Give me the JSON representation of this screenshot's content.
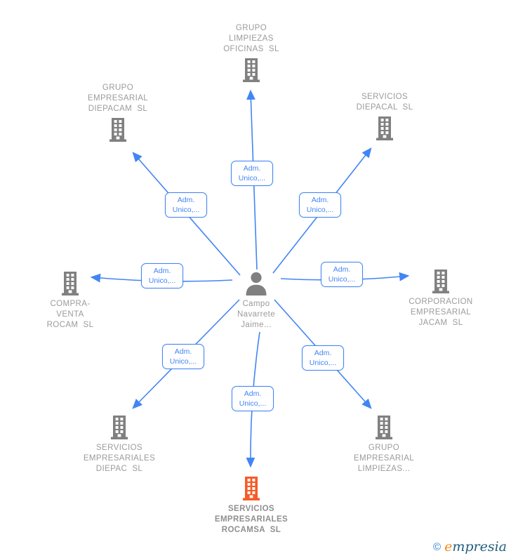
{
  "diagram": {
    "type": "company-relations-graph",
    "center_person": {
      "label": "Campo\nNavarrete\nJaime..."
    },
    "relation_label": "Adm.\nUnico,...",
    "nodes": [
      {
        "id": "grupo-limpiezas-oficinas",
        "label": "GRUPO\nLIMPIEZAS\nOFICINAS  SL",
        "highlighted": false
      },
      {
        "id": "grupo-empresarial-diepacam",
        "label": "GRUPO\nEMPRESARIAL\nDIEPACAM  SL",
        "highlighted": false
      },
      {
        "id": "servicios-diepacal",
        "label": "SERVICIOS\nDIEPACAL  SL",
        "highlighted": false
      },
      {
        "id": "compra-venta-rocam",
        "label": "COMPRA-\nVENTA\nROCAM  SL",
        "highlighted": false
      },
      {
        "id": "corporacion-empresarial-jacam",
        "label": "CORPORACION\nEMPRESARIAL\nJACAM  SL",
        "highlighted": false
      },
      {
        "id": "servicios-empresariales-diepac",
        "label": "SERVICIOS\nEMPRESARIALES\nDIEPAC  SL",
        "highlighted": false
      },
      {
        "id": "grupo-empresarial-limpiezas",
        "label": "GRUPO\nEMPRESARIAL\nLIMPIEZAS...",
        "highlighted": false
      },
      {
        "id": "servicios-empresariales-rocamsa",
        "label": "SERVICIOS\nEMPRESARIALES\nROCAMSA  SL",
        "highlighted": true
      }
    ],
    "edges": [
      {
        "from": "Campo Navarrete Jaime...",
        "to": "GRUPO LIMPIEZAS OFICINAS SL",
        "label": "Adm.\nUnico,..."
      },
      {
        "from": "Campo Navarrete Jaime...",
        "to": "GRUPO EMPRESARIAL DIEPACAM SL",
        "label": "Adm.\nUnico,..."
      },
      {
        "from": "Campo Navarrete Jaime...",
        "to": "SERVICIOS DIEPACAL SL",
        "label": "Adm.\nUnico,..."
      },
      {
        "from": "Campo Navarrete Jaime...",
        "to": "COMPRA-VENTA ROCAM SL",
        "label": "Adm.\nUnico,..."
      },
      {
        "from": "Campo Navarrete Jaime...",
        "to": "CORPORACION EMPRESARIAL JACAM SL",
        "label": "Adm.\nUnico,..."
      },
      {
        "from": "Campo Navarrete Jaime...",
        "to": "SERVICIOS EMPRESARIALES DIEPAC SL",
        "label": "Adm.\nUnico,..."
      },
      {
        "from": "Campo Navarrete Jaime...",
        "to": "GRUPO EMPRESARIAL LIMPIEZAS...",
        "label": "Adm.\nUnico,..."
      },
      {
        "from": "Campo Navarrete Jaime...",
        "to": "SERVICIOS EMPRESARIALES ROCAMSA SL",
        "label": "Adm.\nUnico,..."
      }
    ],
    "colors": {
      "arrow_blue": "#4285F4",
      "building_gray": "#808080",
      "label_gray": "#9B9B9B",
      "highlight_orange": "#F75B28",
      "logo_blue": "#2F7DD0",
      "logo_orange": "#F08A1D",
      "logo_teal": "#235E7D"
    }
  },
  "logo": {
    "copyright": "©",
    "brand_first": "e",
    "brand_rest": "mpresia"
  }
}
